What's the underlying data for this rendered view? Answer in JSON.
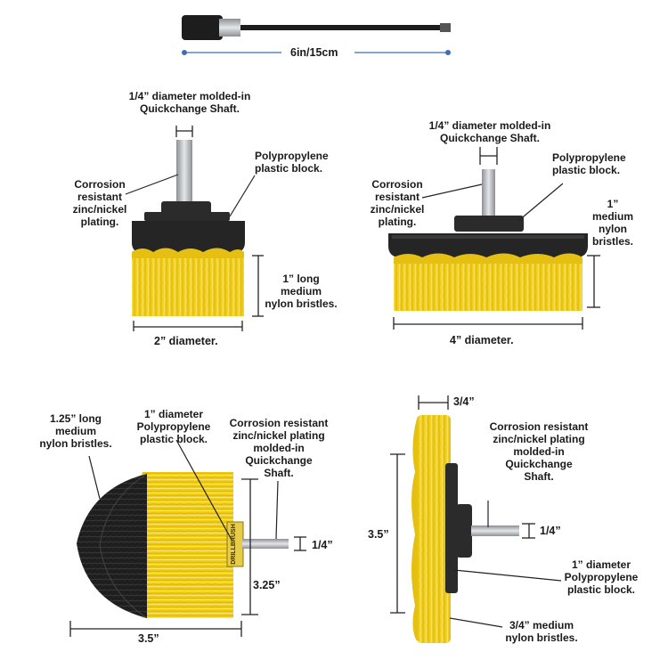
{
  "colors": {
    "bristle_yellow": "#f2cf1a",
    "bristle_shade": "#d9b40c",
    "bristle_black": "#1e1e1e",
    "block_black": "#2b2b2b",
    "shaft_silver": "#b9bcc0",
    "dim_line": "#222222",
    "extension_dim_blue": "#3f6fb0"
  },
  "extension": {
    "length_label": "6in/15cm"
  },
  "brush_2in": {
    "shaft_label": "1/4” diameter molded-in\nQuickchange Shaft.",
    "block_label": "Polypropylene\nplastic block.",
    "plating_label": "Corrosion\nresistant\nzinc/nickel\nplating.",
    "bristles_label": "1” long\nmedium\nnylon bristles.",
    "diameter_label": "2” diameter."
  },
  "brush_4in": {
    "shaft_label": "1/4” diameter molded-in\nQuickchange Shaft.",
    "block_label": "Polypropylene\nplastic block.",
    "plating_label": "Corrosion\nresistant\nzinc/nickel\nplating.",
    "bristles_label": "1”\nmedium\nnylon\nbristles.",
    "diameter_label": "4” diameter."
  },
  "brush_cylinder": {
    "bristles_label": "1.25” long\nmedium\nnylon bristles.",
    "block_label": "1” diameter\nPolypropylene\nplastic block.",
    "plating_label": "Corrosion resistant\nzinc/nickel plating\nmolded-in\nQuickchange\nShaft.",
    "shaft_dim": "1/4”",
    "height_dim": "3.25”",
    "length_dim": "3.5”",
    "brand_text": "DRILLBRUSH"
  },
  "brush_wheel": {
    "thickness_dim": "3/4”",
    "plating_label": "Corrosion resistant\nzinc/nickel plating\nmolded-in\nQuickchange\nShaft.",
    "shaft_dim": "1/4”",
    "diameter_dim": "3.5”",
    "block_label": "1” diameter\nPolypropylene\nplastic block.",
    "bristles_label": "3/4” medium\nnylon bristles."
  }
}
